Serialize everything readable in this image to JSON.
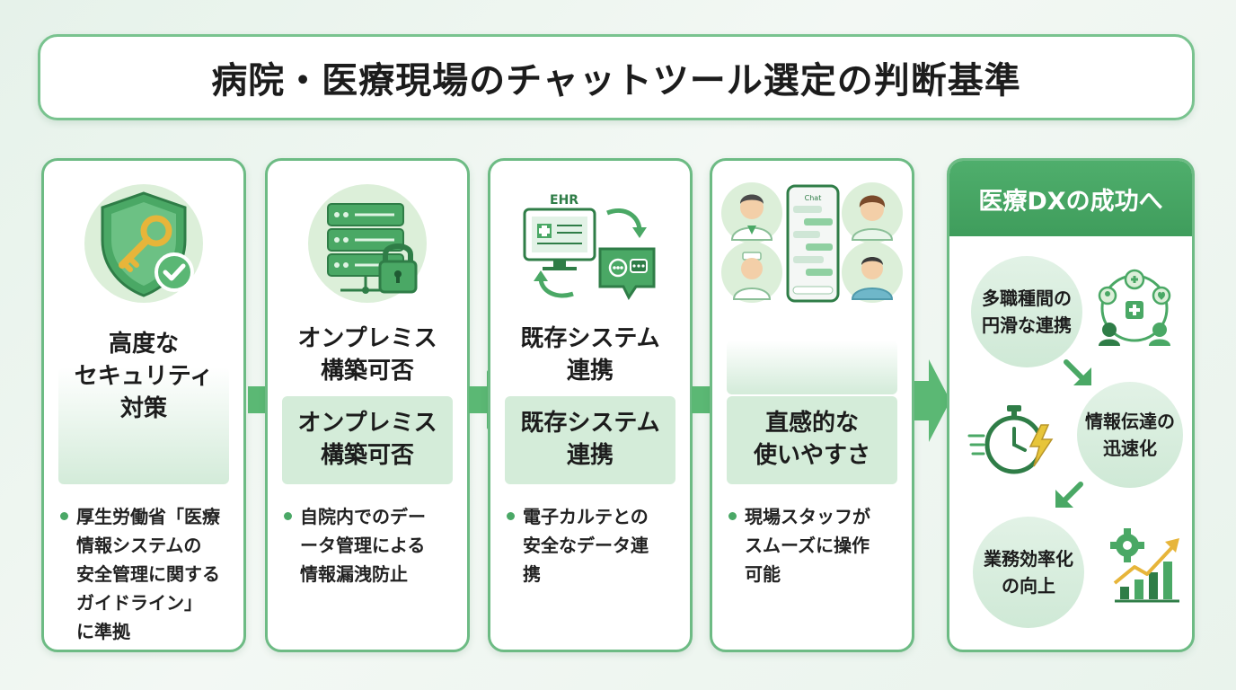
{
  "title": "病院・医療現場のチャットツール選定の判断基準",
  "cards": [
    {
      "heading": "高度な\nセキュリティ\n対策",
      "band": "",
      "bullet": "厚生労働省「医療\n情報システムの\n安全管理に関する\nガイドライン」\nに準拠",
      "icon": "shield-key-icon"
    },
    {
      "heading": "オンプレミス\n構築可否",
      "band": "オンプレミス\n構築可否",
      "bullet": "自院内でのデー\nータ管理による\n情報漏洩防止",
      "icon": "server-lock-icon"
    },
    {
      "heading": "既存システム\n連携",
      "band": "既存システム\n連携",
      "bullet": "電子カルテとの\n安全なデータ連\n携",
      "icon": "ehr-chat-sync-icon",
      "ehr_label": "EHR"
    },
    {
      "heading": "",
      "band": "直感的な\n使いやすさ",
      "bullet": "現場スタッフが\nスムーズに操作\n可能",
      "icon": "staff-smartphone-icon",
      "phone_label": "Chat"
    }
  ],
  "dx": {
    "header": "医療DXの成功へ",
    "steps": [
      {
        "label": "多職種間の\n円滑な連携",
        "icon": "team-network-icon"
      },
      {
        "label": "情報伝達の\n迅速化",
        "icon": "stopwatch-lightning-icon"
      },
      {
        "label": "業務効率化\nの向上",
        "icon": "gear-growth-chart-icon"
      }
    ]
  },
  "colors": {
    "accent": "#4fae6c",
    "border": "#6dbb84",
    "band": "#d4ecd9",
    "arrow": "#5bb874"
  }
}
